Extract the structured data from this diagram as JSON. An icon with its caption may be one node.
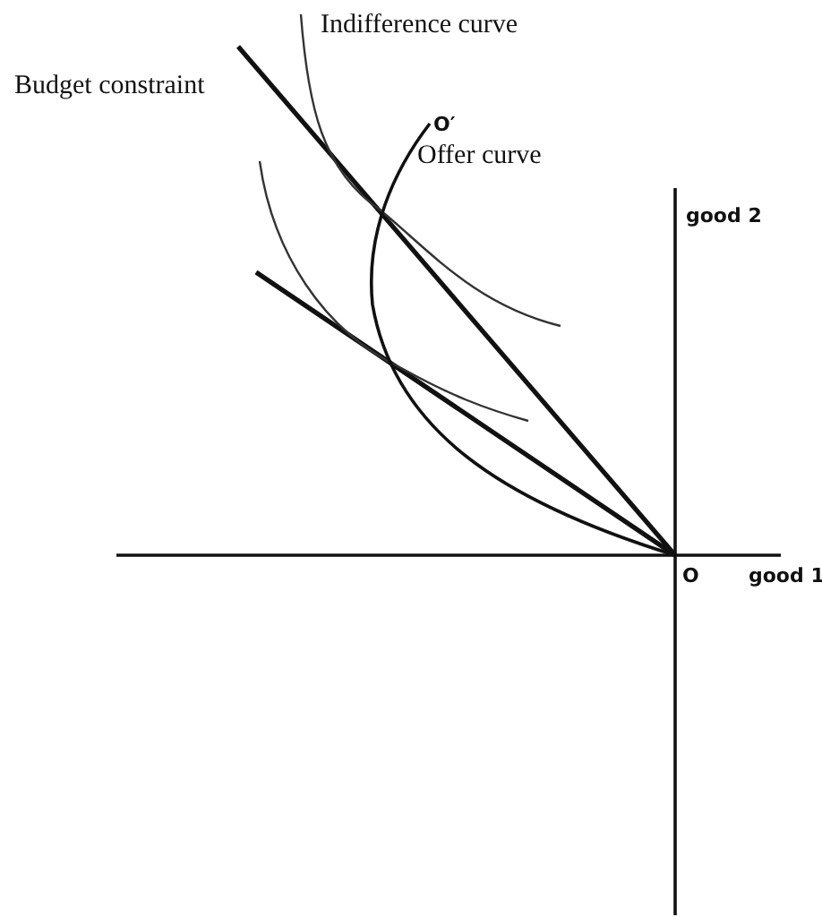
{
  "diagram": {
    "labels": [
      "Indifference curve",
      "Budget constraint",
      "O′",
      "Offer curve",
      "good 2",
      "O",
      "good 1"
    ]
  }
}
